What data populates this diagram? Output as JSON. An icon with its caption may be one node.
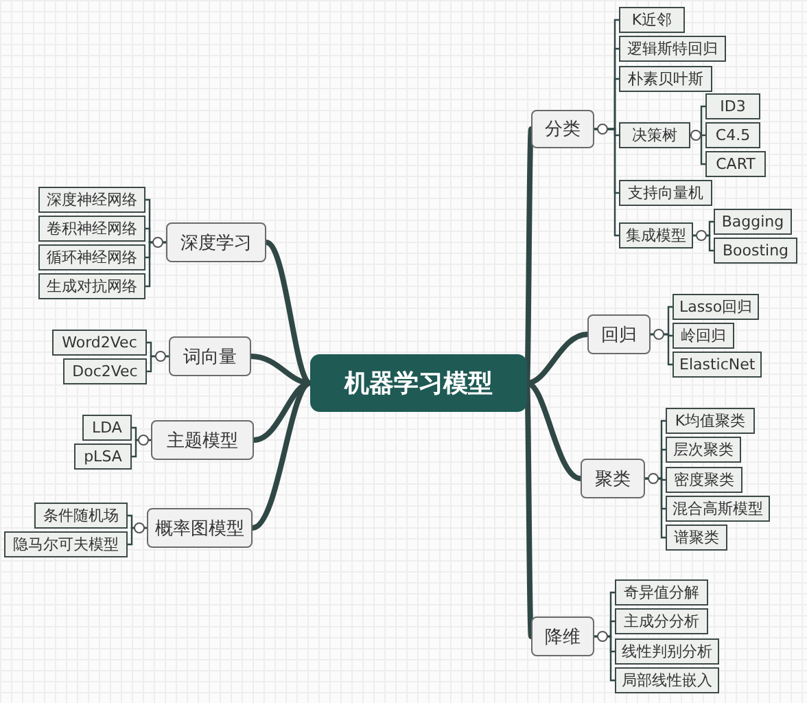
{
  "diagram": {
    "nodes": [
      {
        "text": [
          "机器学习模型"
        ]
      },
      {
        "text": [
          "深度学习"
        ]
      },
      {
        "text": [
          "深度神经网络"
        ]
      },
      {
        "text": [
          "卷积神经网络"
        ]
      },
      {
        "text": [
          "循环神经网络"
        ]
      },
      {
        "text": [
          "生成对抗网络"
        ]
      },
      {
        "text": [
          "词向量"
        ]
      },
      {
        "text": [
          "Word2Vec"
        ]
      },
      {
        "text": [
          "Doc2Vec"
        ]
      },
      {
        "text": [
          "主题模型"
        ]
      },
      {
        "text": [
          "LDA"
        ]
      },
      {
        "text": [
          "pLSA"
        ]
      },
      {
        "text": [
          "概率图模型"
        ]
      },
      {
        "text": [
          "条件随机场"
        ]
      },
      {
        "text": [
          "隐马尔可夫模型"
        ]
      },
      {
        "text": [
          "分类"
        ]
      },
      {
        "text": [
          "K近邻"
        ]
      },
      {
        "text": [
          "逻辑斯特回归"
        ]
      },
      {
        "text": [
          "朴素贝叶斯"
        ]
      },
      {
        "text": [
          "决策树"
        ]
      },
      {
        "text": [
          "ID3"
        ]
      },
      {
        "text": [
          "C4.5"
        ]
      },
      {
        "text": [
          "CART"
        ]
      },
      {
        "text": [
          "支持向量机"
        ]
      },
      {
        "text": [
          "集成模型"
        ]
      },
      {
        "text": [
          "Bagging"
        ]
      },
      {
        "text": [
          "Boosting"
        ]
      },
      {
        "text": [
          "回归"
        ]
      },
      {
        "text": [
          "Lasso回归"
        ]
      },
      {
        "text": [
          "岭回归"
        ]
      },
      {
        "text": [
          "ElasticNet"
        ]
      },
      {
        "text": [
          "聚类"
        ]
      },
      {
        "text": [
          "K均值聚类"
        ]
      },
      {
        "text": [
          "层次聚类"
        ]
      },
      {
        "text": [
          "密度聚类"
        ]
      },
      {
        "text": [
          "混合高斯模型"
        ]
      },
      {
        "text": [
          "谱聚类"
        ]
      },
      {
        "text": [
          "降维"
        ]
      },
      {
        "text": [
          "奇异值分解"
        ]
      },
      {
        "text": [
          "主成分分析"
        ]
      },
      {
        "text": [
          "线性判别分析"
        ]
      },
      {
        "text": [
          "局部线性嵌入"
        ]
      }
    ],
    "edges": [
      {
        "from": 0,
        "to": 1,
        "arrow": "none",
        "style": "thick"
      },
      {
        "from": 0,
        "to": 6,
        "arrow": "none",
        "style": "thick"
      },
      {
        "from": 0,
        "to": 9,
        "arrow": "none",
        "style": "thick"
      },
      {
        "from": 0,
        "to": 12,
        "arrow": "none",
        "style": "thick"
      },
      {
        "from": 0,
        "to": 15,
        "arrow": "none",
        "style": "thick"
      },
      {
        "from": 0,
        "to": 27,
        "arrow": "none",
        "style": "thick"
      },
      {
        "from": 0,
        "to": 31,
        "arrow": "none",
        "style": "thick"
      },
      {
        "from": 0,
        "to": 37,
        "arrow": "none",
        "style": "thick"
      },
      {
        "from": 1,
        "to": 2,
        "arrow": "none"
      },
      {
        "from": 1,
        "to": 3,
        "arrow": "none"
      },
      {
        "from": 1,
        "to": 4,
        "arrow": "none"
      },
      {
        "from": 1,
        "to": 5,
        "arrow": "none"
      },
      {
        "from": 6,
        "to": 7,
        "arrow": "none"
      },
      {
        "from": 6,
        "to": 8,
        "arrow": "none"
      },
      {
        "from": 9,
        "to": 10,
        "arrow": "none"
      },
      {
        "from": 9,
        "to": 11,
        "arrow": "none"
      },
      {
        "from": 12,
        "to": 13,
        "arrow": "none"
      },
      {
        "from": 12,
        "to": 14,
        "arrow": "none"
      },
      {
        "from": 15,
        "to": 16,
        "arrow": "none"
      },
      {
        "from": 15,
        "to": 17,
        "arrow": "none"
      },
      {
        "from": 15,
        "to": 18,
        "arrow": "none"
      },
      {
        "from": 15,
        "to": 19,
        "arrow": "none"
      },
      {
        "from": 15,
        "to": 23,
        "arrow": "none"
      },
      {
        "from": 15,
        "to": 24,
        "arrow": "none"
      },
      {
        "from": 19,
        "to": 20,
        "arrow": "none"
      },
      {
        "from": 19,
        "to": 21,
        "arrow": "none"
      },
      {
        "from": 19,
        "to": 22,
        "arrow": "none"
      },
      {
        "from": 24,
        "to": 25,
        "arrow": "none"
      },
      {
        "from": 24,
        "to": 26,
        "arrow": "none"
      },
      {
        "from": 27,
        "to": 28,
        "arrow": "none"
      },
      {
        "from": 27,
        "to": 29,
        "arrow": "none"
      },
      {
        "from": 27,
        "to": 30,
        "arrow": "none"
      },
      {
        "from": 31,
        "to": 32,
        "arrow": "none"
      },
      {
        "from": 31,
        "to": 33,
        "arrow": "none"
      },
      {
        "from": 31,
        "to": 34,
        "arrow": "none"
      },
      {
        "from": 31,
        "to": 35,
        "arrow": "none"
      },
      {
        "from": 31,
        "to": 36,
        "arrow": "none"
      },
      {
        "from": 37,
        "to": 38,
        "arrow": "none"
      },
      {
        "from": 37,
        "to": 39,
        "arrow": "none"
      },
      {
        "from": 37,
        "to": 40,
        "arrow": "none"
      },
      {
        "from": 37,
        "to": 41,
        "arrow": "none"
      }
    ]
  }
}
